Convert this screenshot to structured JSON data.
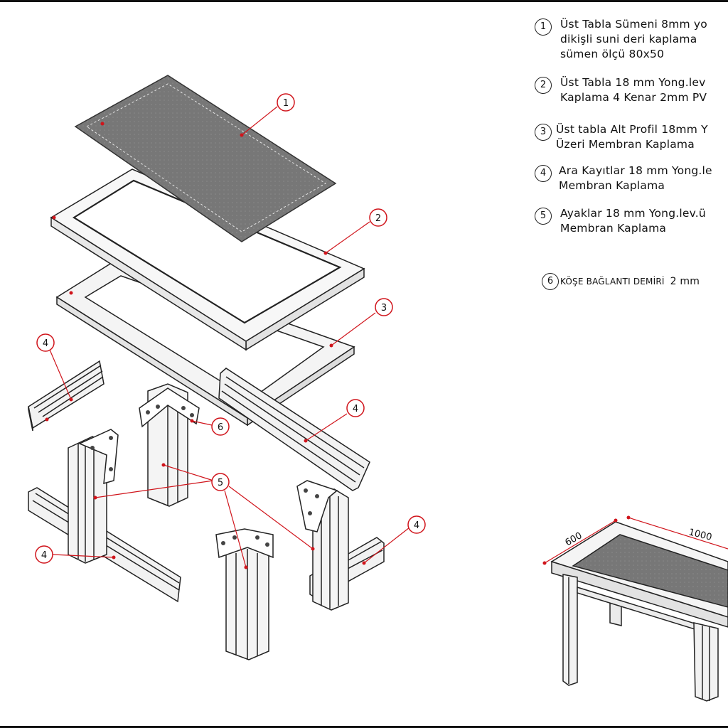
{
  "legend": [
    {
      "num": "1",
      "lines": [
        "Üst Tabla Sümeni 8mm yo",
        "dikişli suni deri kaplama",
        "sümen ölçü 80x50"
      ]
    },
    {
      "num": "2",
      "lines": [
        "Üst Tabla 18 mm Yong.lev",
        "Kaplama 4 Kenar 2mm PV"
      ]
    },
    {
      "num": "3",
      "lines": [
        "Üst tabla Alt Profil 18mm Y",
        "Üzeri Membran Kaplama"
      ]
    },
    {
      "num": "4",
      "lines": [
        "Ara Kayıtlar 18 mm Yong.le",
        "Membran Kaplama"
      ]
    },
    {
      "num": "5",
      "lines": [
        "Ayaklar 18 mm Yong.lev.ü",
        "Membran Kaplama"
      ]
    },
    {
      "num": "6",
      "label": "KÖŞE BAĞLANTI DEMİRİ",
      "dim": "2 mm"
    }
  ],
  "callouts": [
    "1",
    "2",
    "3",
    "4",
    "4",
    "4",
    "4",
    "5",
    "6"
  ],
  "dimensions": {
    "width": "600",
    "length": "1000"
  },
  "colors": {
    "leader": "#d0141b",
    "line": "#222222",
    "mat": "#7a7a7a",
    "panel": "#f2f2f2"
  }
}
